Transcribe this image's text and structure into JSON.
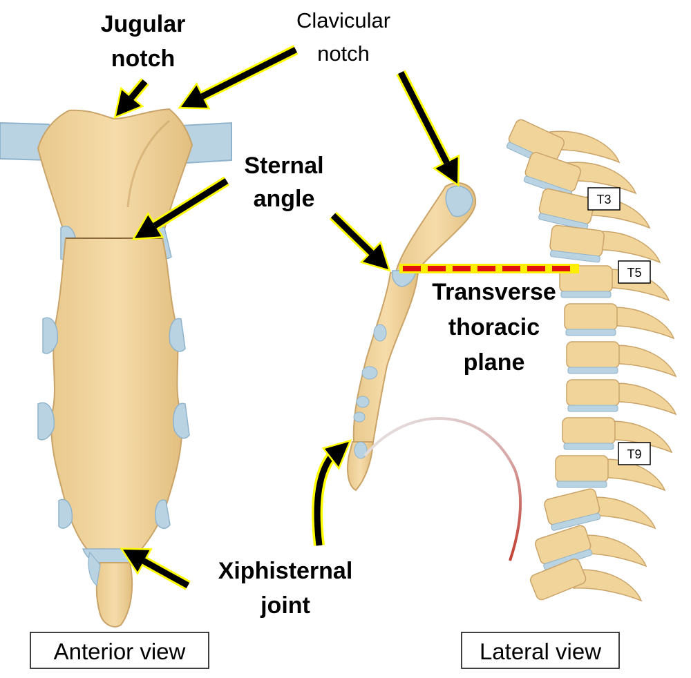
{
  "labels": {
    "jugular_line1": "Jugular",
    "jugular_line2": "notch",
    "clavicular_line1": "Clavicular",
    "clavicular_line2": "notch",
    "sternal_line1": "Sternal",
    "sternal_line2": "angle",
    "transverse_line1": "Transverse",
    "transverse_line2": "thoracic",
    "transverse_line3": "plane",
    "xiphi_line1": "Xiphisternal",
    "xiphi_line2": "joint"
  },
  "vertebra_tags": {
    "t3": "T3",
    "t5": "T5",
    "t9": "T9"
  },
  "views": {
    "anterior": "Anterior view",
    "lateral": "Lateral view"
  },
  "colors": {
    "bone": "#f1d49a",
    "bone_shade": "#d9b577",
    "cartilage": "#b9d3e3",
    "arrow": "#000000",
    "arrow_outline": "#ffff00",
    "plane_line": "#e01010",
    "plane_outline": "#ffee00"
  }
}
